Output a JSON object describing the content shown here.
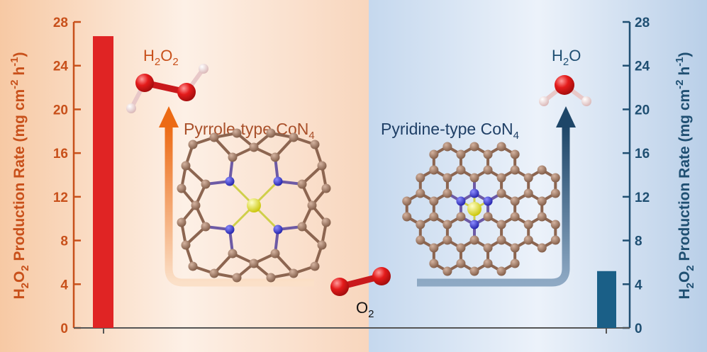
{
  "colors": {
    "left_accent": "#c8501a",
    "right_accent": "#1f4f72",
    "left_bar": "#e02424",
    "right_bar": "#1a5f87",
    "carbon": "#a47b63",
    "nitrogen": "#3a3ad6",
    "cobalt": "#e8e81c",
    "oxygen": "#e01b1b",
    "hydrogen": "#f2d7d7"
  },
  "left_axis": {
    "title_main": "H",
    "title_sub1": "2",
    "title_mid": "O",
    "title_sub2": "2",
    "title_rest": " Production Rate (mg cm",
    "title_sup1": "-2",
    "title_mid2": " h",
    "title_sup2": "-1",
    "title_end": ")",
    "ticks": [
      "0",
      "4",
      "8",
      "12",
      "16",
      "20",
      "24",
      "28"
    ]
  },
  "right_axis": {
    "title_main": "H",
    "title_sub1": "2",
    "title_mid": "O",
    "title_sub2": "2",
    "title_rest": " Production Rate (mg cm",
    "title_sup1": "-2",
    "title_mid2": " h",
    "title_sup2": "-1",
    "title_end": ")",
    "ticks": [
      "0",
      "4",
      "8",
      "12",
      "16",
      "20",
      "24",
      "28"
    ]
  },
  "chart_data": {
    "type": "bar",
    "categories": [
      "Pyrrole-type CoN4",
      "Pyridine-type CoN4"
    ],
    "values": [
      26.7,
      5.2
    ],
    "ylim": [
      0,
      28
    ],
    "ylabel": "H2O2 Production Rate (mg cm-2 h-1)"
  },
  "labels": {
    "h2o2_main": "H",
    "h2o2_sub1": "2",
    "h2o2_mid": "O",
    "h2o2_sub2": "2",
    "h2o_main": "H",
    "h2o_sub": "2",
    "h2o_end": "O",
    "o2_main": "O",
    "o2_sub": "2",
    "pyrrole_main": "Pyrrole-type CoN",
    "pyrrole_sub": "4",
    "pyridine_main": "Pyridine-type CoN",
    "pyridine_sub": "4"
  }
}
